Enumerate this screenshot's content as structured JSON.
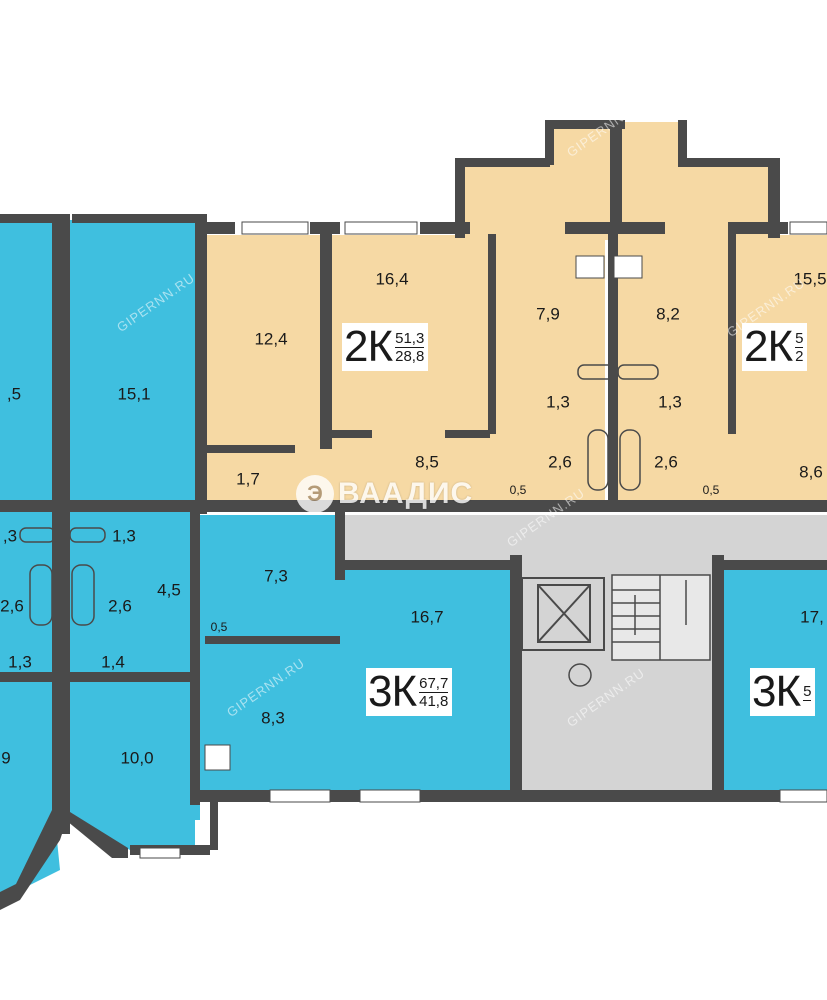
{
  "colors": {
    "wall": "#4a4a4a",
    "blue_apartment": "#3fbfdf",
    "beige_apartment": "#f6d9a4",
    "common_area": "#d4d4d4",
    "window": "#ffffff"
  },
  "rooms": {
    "l_room_left": ",5",
    "l_room_151": "15,1",
    "l_bath_13a": ",3",
    "l_bath_13b": "1,3",
    "l_bath_26a": "2,6",
    "l_bath_26b": "2,6",
    "l_wc_13": "1,3",
    "l_wc_14": "1,4",
    "l_hall_45": "4,5",
    "l_room_9": "9",
    "l_room_100": "10,0",
    "k1_room_124": "12,4",
    "k1_room_164": "16,4",
    "k1_kitchen_79": "7,9",
    "k1_bath_13": "1,3",
    "k1_bath_26": "2,6",
    "k1_closet_17": "1,7",
    "k1_hall_85": "8,5",
    "k1_closet_05": "0,5",
    "k2_kitchen_82": "8,2",
    "k2_bath_13": "1,3",
    "k2_bath_26": "2,6",
    "k2_room_155": "15,5",
    "k2_closet_05": "0,5",
    "k2_hall_86": "8,6",
    "k3_hall_73": "7,3",
    "k3_closet_05": "0,5",
    "k3_kitchen_83": "8,3",
    "k3_room_167": "16,7",
    "k4_room_17": "17,"
  },
  "apartments": {
    "a1": {
      "code": "2К",
      "total": "51,3",
      "living": "28,8"
    },
    "a2": {
      "code": "2К",
      "total": "5",
      "living": "2"
    },
    "a3": {
      "code": "3К",
      "total": "67,7",
      "living": "41,8"
    },
    "a4": {
      "code": "3К",
      "total": "5"
    }
  },
  "logo": {
    "mark": "Э",
    "text": "ВААДИС"
  },
  "watermark": "GIPERNN.RU"
}
